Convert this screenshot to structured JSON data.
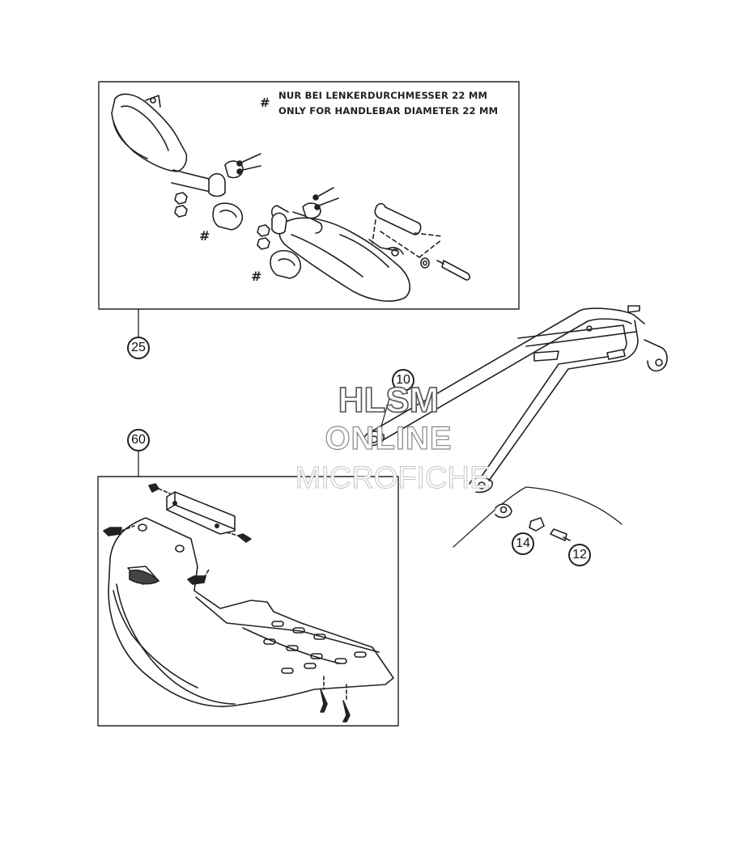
{
  "note": {
    "symbol": "#",
    "line_de": "NUR BEI LENKERDURCHMESSER 22 MM",
    "line_en": "ONLY FOR HANDLEBAR DIAMETER 22 MM"
  },
  "hash_marks": [
    "#",
    "#"
  ],
  "callouts": {
    "handguard_kit": "25",
    "luggage_rack": "10",
    "skid_plate": "60",
    "washer": "14",
    "bolt": "12"
  },
  "watermark": {
    "line1": "HLSM",
    "line2": "ONLINE",
    "line3": "MICROFICHE"
  }
}
